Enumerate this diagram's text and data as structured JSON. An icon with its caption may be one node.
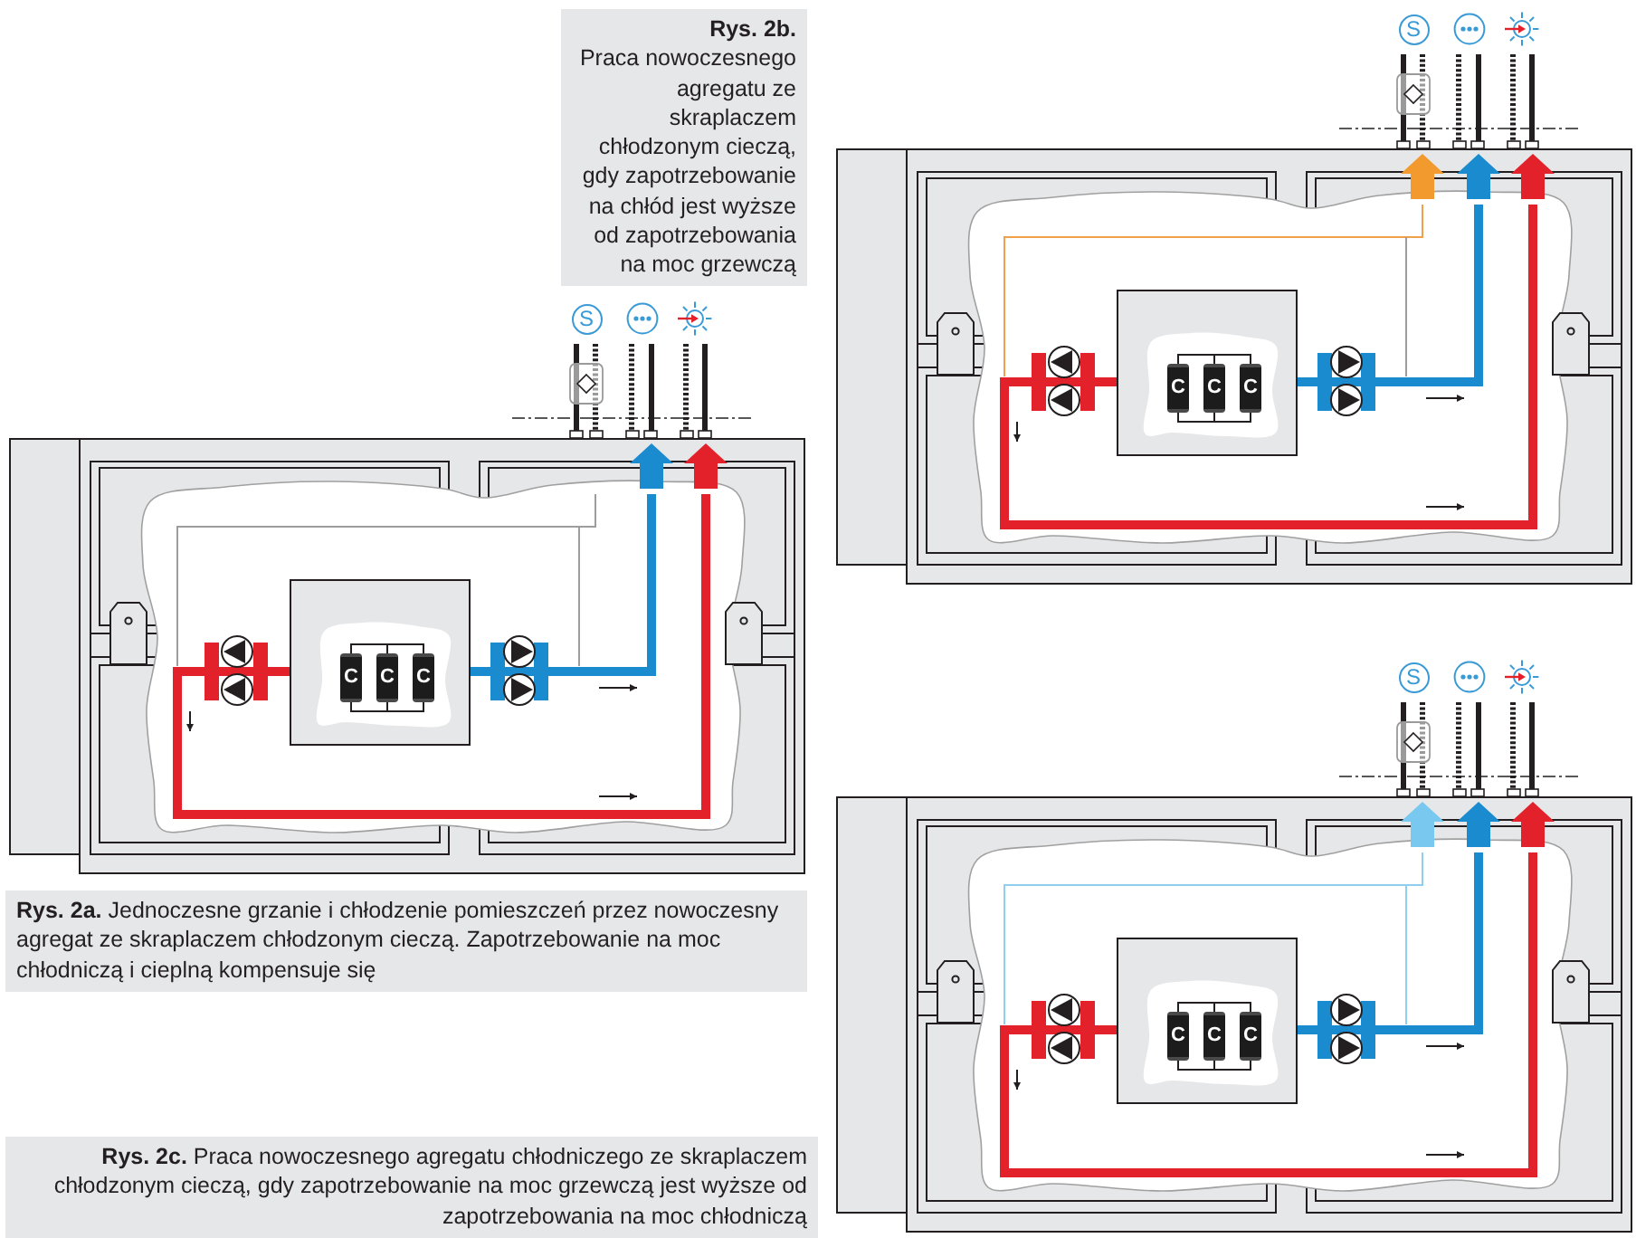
{
  "diagram": {
    "nodes": [
      {
        "text": [
          "Rys. 2b.",
          "Praca nowoczesnego agregatu ze skraplaczem chłodzonym cieczą, gdy zapotrzebowanie na chłód jest wyższe od zapotrzebowania na moc grzewczą"
        ]
      },
      {
        "text": [],
        "shape": "box"
      },
      {
        "text": [
          "C"
        ],
        "in": 1
      },
      {
        "text": [
          "C"
        ],
        "in": 1
      },
      {
        "text": [
          "C"
        ],
        "in": 1
      },
      {
        "text": [],
        "shape": "box"
      },
      {
        "text": [
          "C"
        ],
        "in": 5
      },
      {
        "text": [
          "C"
        ],
        "in": 5
      },
      {
        "text": [
          "C"
        ],
        "in": 5
      },
      {
        "text": [
          "**Rys. 2a.** Jednoczesne grzanie i chłodzenie pomieszczeń przez nowoczesny agregat ze skraplaczem chłodzonym cieczą. Zapotrzebowanie na moc chłodniczą i cieplną kompensuje się"
        ]
      },
      {
        "text": [],
        "shape": "box"
      },
      {
        "text": [
          "C"
        ],
        "in": 10
      },
      {
        "text": [
          "C"
        ],
        "in": 10
      },
      {
        "text": [
          "C"
        ],
        "in": 10
      },
      {
        "text": [
          "**Rys. 2c.** Praca nowoczesnego agregatu chłodniczego ze skraplaczem chłodzonym cieczą, gdy zapotrzebowanie na moc grzewczą jest wyższe od zapotrzebowania na moc chłodniczą"
        ]
      }
    ],
    "edges": [
      {
        "from": 2,
        "to": 3,
        "arrow": "none"
      },
      {
        "from": 3,
        "to": 4,
        "arrow": "none"
      },
      {
        "from": 2,
        "to": 3,
        "arrow": "none"
      },
      {
        "from": 3,
        "to": 4,
        "arrow": "none"
      },
      {
        "from": 6,
        "to": 7,
        "arrow": "none"
      },
      {
        "from": 7,
        "to": 8,
        "arrow": "none"
      },
      {
        "from": 6,
        "to": 7,
        "arrow": "none"
      },
      {
        "from": 7,
        "to": 8,
        "arrow": "none"
      },
      {
        "from": 11,
        "to": 12,
        "arrow": "none"
      },
      {
        "from": 12,
        "to": 13,
        "arrow": "none"
      },
      {
        "from": 11,
        "to": 12,
        "arrow": "none"
      },
      {
        "from": 12,
        "to": 13,
        "arrow": "none"
      }
    ],
    "labels": [
      "S",
      "S",
      "S"
    ]
  }
}
